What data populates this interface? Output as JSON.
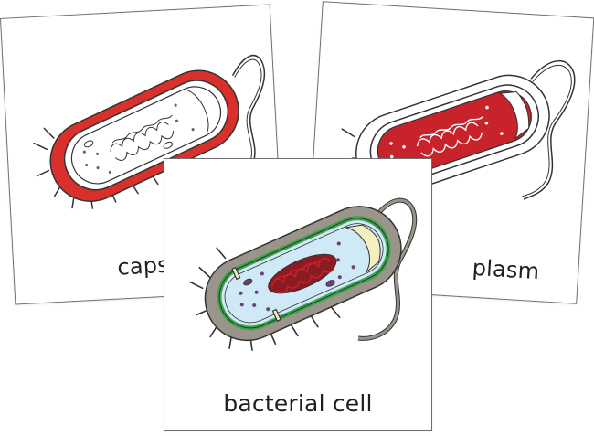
{
  "cards": [
    {
      "id": "left",
      "caption": "caps",
      "highlight": "capsule"
    },
    {
      "id": "right",
      "caption": "plasm",
      "highlight": "cytoplasm"
    },
    {
      "id": "front",
      "caption": "bacterial cell",
      "highlight": "full-color"
    }
  ],
  "colors": {
    "capsule_red": "#d9302c",
    "cytoplasm_red": "#c8222a",
    "dna_red": "#8b1a22",
    "wall_gray": "#9a948a",
    "membrane_green": "#3aa648",
    "cytoplasm_blue": "#cfe9f6",
    "ribosome_purple": "#6a3f7a",
    "inclusion_cream": "#f3efc0",
    "outline": "#333333"
  }
}
